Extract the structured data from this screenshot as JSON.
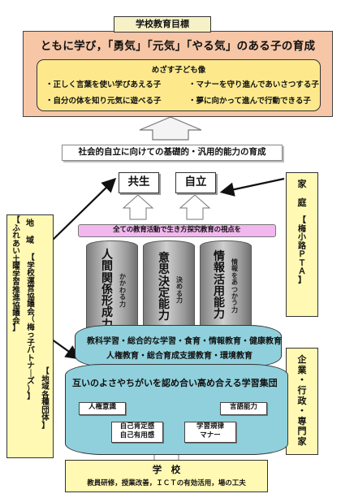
{
  "goal": {
    "tab": "学校教育目標",
    "main": "ともに学び，「勇気」「元気」「やる気」のある子の育成",
    "sub_title": "めざす子ども像",
    "items": [
      "・正しく言葉を使い学びあえる子",
      "・マナーを守り進んであいさつする子",
      "・自分の体を知り元気に遊べる子",
      "・夢に向かって進んで行動できる子"
    ]
  },
  "skill_label": "社会的自立に向けての基礎的・汎用的能力の育成",
  "words": {
    "kyosei": "共生",
    "jiritsu": "自立"
  },
  "family": {
    "title": "家\n\n庭",
    "pta": "【\n梅\n小\n路\nＰ\nＴ\nＡ\n】"
  },
  "community": {
    "title": "地\n\n域",
    "col1": "【\nふ\nれ\nあ\nい\n土\n曜\n学\n習\n推\n進\n協\n議\n会\n】",
    "col2": "【\n学\n校\n運\n営\n協\n議\n会\n（\n梅\nっ\n子\nパ\nト\nナ\n｜\nズ\n）\n】",
    "col3": "【\n地\n域\n各\n種\n団\n体\n】"
  },
  "enterprise": {
    "text": "企\n業\n・\n行\n政\n・\n専\n門\n家"
  },
  "pillar_header": "全ての教育活動で生き方探究教育の視点を",
  "pillars": [
    {
      "title": "人\n間\n関\n係\n形\n成\n力",
      "sub": "か\nか\nわ\nる\n力"
    },
    {
      "title": "意\n思\n決\n定\n能\n力",
      "sub": "決\nめ\nる\n力"
    },
    {
      "title": "情\n報\n活\n用\n能\n力",
      "sub": "情\n報\nを\nあ\nつ\nか\nう\n力"
    }
  ],
  "tier1": {
    "line1": "教科学習・総合的な学習・食育・情報教育・健康教育",
    "line2": "人権教育・総合育成支援教育・環境教育"
  },
  "tier2": {
    "title": "互いのよさやちがいを認め合い高め合える学習集団",
    "chips": [
      "人権意識",
      "言語能力",
      "自己肯定感\n自己有用感",
      "学習規律\nマナー"
    ]
  },
  "school": {
    "title": "学　校",
    "detail": "教員研修，授業改善，ＩＣＴの有効活用，場の工夫"
  },
  "colors": {
    "goal_outer": "#f6c6a6",
    "goal_inner": "#fde98c",
    "side_box": "#fff9b3",
    "tier": "#8fd0dc",
    "pillar_header": "#f2b7ee"
  }
}
